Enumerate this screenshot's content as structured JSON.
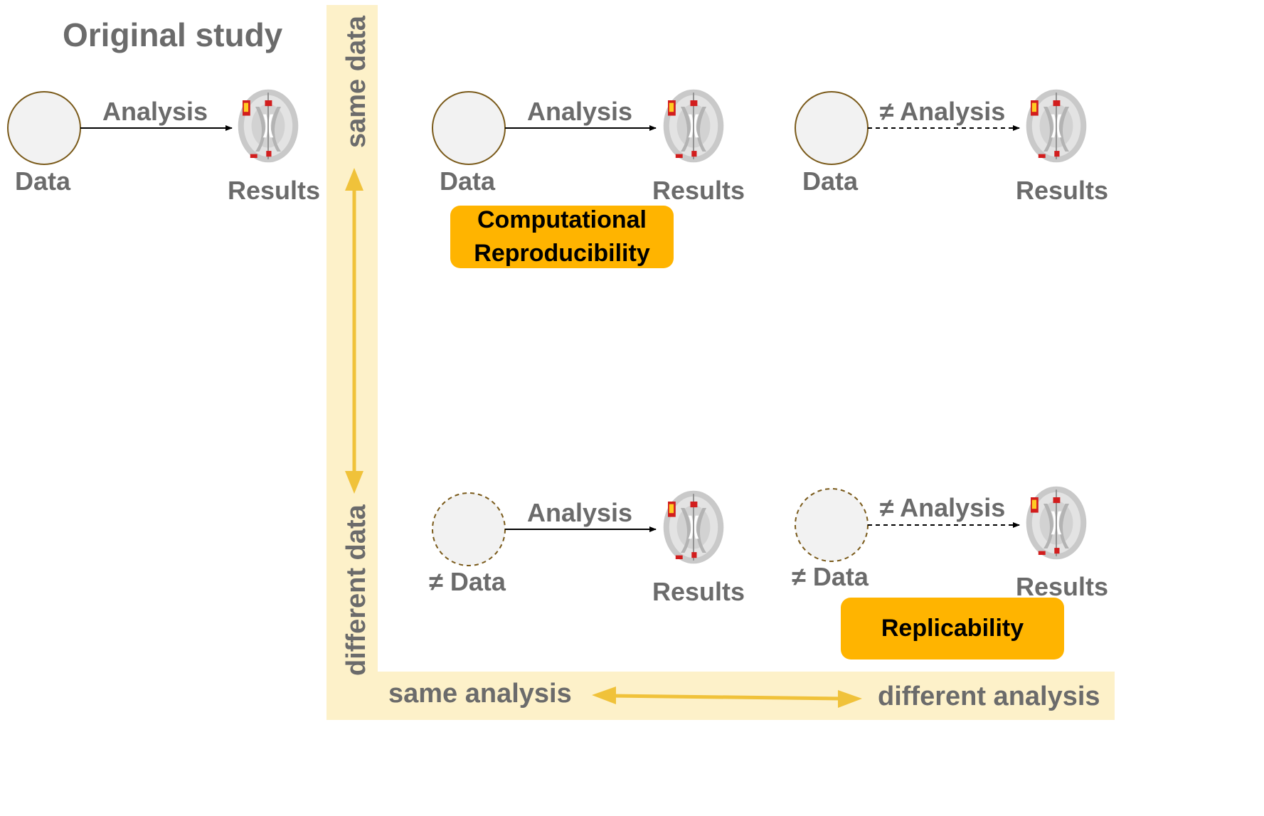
{
  "title": "Original study",
  "axes": {
    "vertical_top": "same data",
    "vertical_bottom": "different data",
    "horizontal_left": "same analysis",
    "horizontal_right": "different analysis"
  },
  "labels": {
    "data": "Data",
    "not_data": "≠ Data",
    "analysis": "Analysis",
    "not_analysis": "≠ Analysis",
    "results": "Results"
  },
  "callouts": {
    "computational_line1": "Computational",
    "computational_line2": "Reproducibility",
    "replicability": "Replicability"
  },
  "colors": {
    "axis_band": "#fdf1c9",
    "axis_arrow": "#f0c23a",
    "callout": "#ffb400",
    "label_text": "#6b6b6b",
    "circle_fill": "#f2f2f2",
    "circle_stroke": "#7a5a1a"
  },
  "icons": {
    "results": "brain-activation-map-icon"
  }
}
